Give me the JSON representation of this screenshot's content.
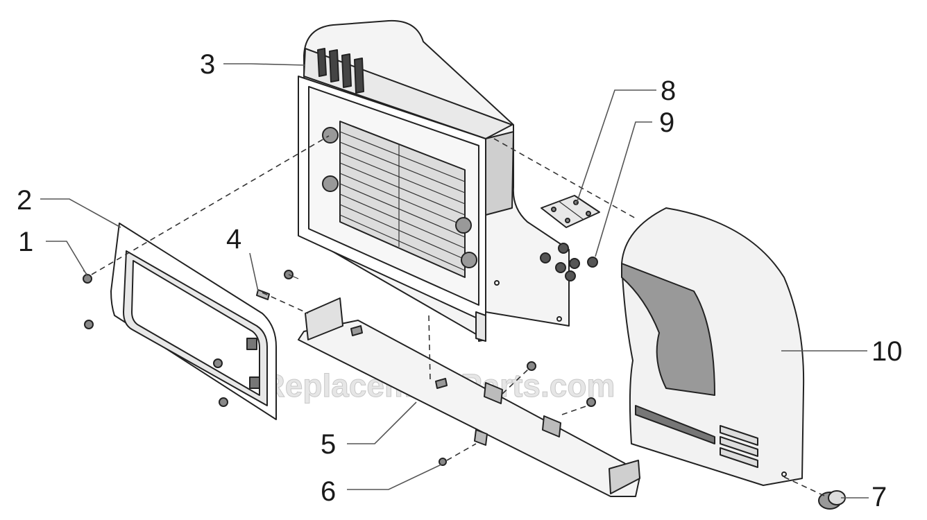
{
  "watermark": "eReplacementParts.com",
  "callouts": {
    "c1": "1",
    "c2": "2",
    "c3": "3",
    "c4": "4",
    "c5": "5",
    "c6": "6",
    "c7": "7",
    "c8": "8",
    "c9": "9",
    "c10": "10"
  },
  "colors": {
    "line": "#222222",
    "fill_light": "#f2f2f2",
    "fill_mid": "#d9d9d9",
    "fill_dark": "#8c8c8c"
  }
}
